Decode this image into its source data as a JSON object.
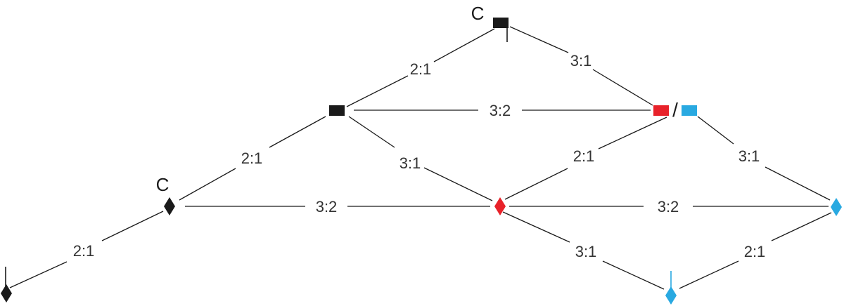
{
  "colors": {
    "black": "#1a1a1a",
    "red": "#e8222a",
    "blue": "#29a9e1",
    "edge": "#1a1a1a",
    "label": "#333333"
  },
  "nodes": {
    "top_square": {
      "shape": "square",
      "color": "black",
      "annotation": "C"
    },
    "mid_square": {
      "shape": "square",
      "color": "black"
    },
    "right_squares": {
      "shapes": [
        "square",
        "square"
      ],
      "colors": [
        "red",
        "blue"
      ],
      "separator": "/"
    },
    "left_diamond": {
      "shape": "diamond",
      "color": "black",
      "annotation": "C"
    },
    "red_diamond": {
      "shape": "diamond",
      "color": "red"
    },
    "right_diamond": {
      "shape": "diamond",
      "color": "blue"
    },
    "bottom_left_diamond": {
      "shape": "diamond",
      "color": "black"
    },
    "bottom_blue_diamond": {
      "shape": "diamond",
      "color": "blue"
    }
  },
  "edges": [
    {
      "id": "e1",
      "from": "top_square",
      "to": "mid_square",
      "ratio": "2:1"
    },
    {
      "id": "e2",
      "from": "top_square",
      "to": "right_squares",
      "ratio": "3:1"
    },
    {
      "id": "e3",
      "from": "mid_square",
      "to": "right_squares",
      "ratio": "3:2"
    },
    {
      "id": "e4",
      "from": "mid_square",
      "to": "left_diamond",
      "ratio": "2:1"
    },
    {
      "id": "e5",
      "from": "mid_square",
      "to": "red_diamond",
      "ratio": "3:1"
    },
    {
      "id": "e6",
      "from": "right_squares",
      "to": "red_diamond",
      "ratio": "2:1"
    },
    {
      "id": "e7",
      "from": "right_squares",
      "to": "right_diamond",
      "ratio": "3:1"
    },
    {
      "id": "e8",
      "from": "left_diamond",
      "to": "red_diamond",
      "ratio": "3:2"
    },
    {
      "id": "e9",
      "from": "red_diamond",
      "to": "right_diamond",
      "ratio": "3:2"
    },
    {
      "id": "e10",
      "from": "left_diamond",
      "to": "bottom_left_diamond",
      "ratio": "2:1"
    },
    {
      "id": "e11",
      "from": "red_diamond",
      "to": "bottom_blue_diamond",
      "ratio": "3:1"
    },
    {
      "id": "e12",
      "from": "bottom_blue_diamond",
      "to": "right_diamond",
      "ratio": "2:1"
    }
  ]
}
